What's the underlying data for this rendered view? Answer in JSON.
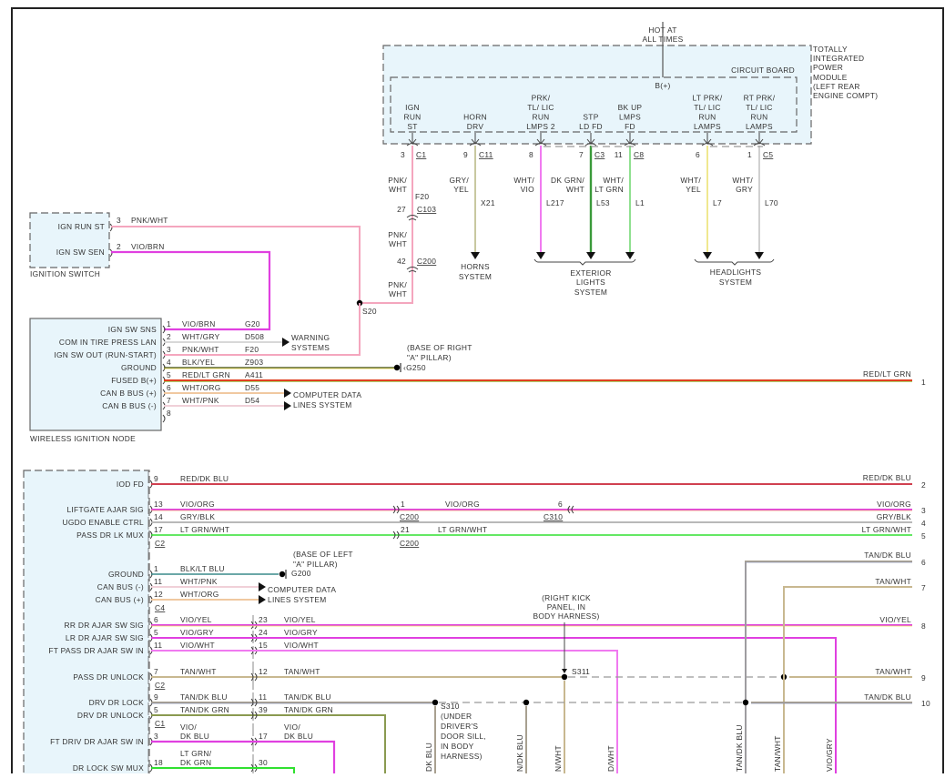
{
  "tipm": {
    "hot_label": [
      "HOT AT",
      "ALL TIMES"
    ],
    "title": [
      "TOTALLY",
      "INTEGRATED",
      "POWER",
      "MODULE",
      "(LEFT REAR",
      "ENGINE COMPT)"
    ],
    "circuit_board": "CIRCUIT BOARD",
    "bplus": "B(+)",
    "pins": [
      {
        "label": [
          "IGN",
          "RUN",
          "ST"
        ],
        "pin": "3",
        "connector": "C1",
        "color": [
          "PNK/",
          "WHT"
        ],
        "circuit": "F20"
      },
      {
        "label": [
          "HORN",
          "DRV"
        ],
        "pin": "9",
        "connector": "C11",
        "color": [
          "GRY/",
          "YEL"
        ],
        "circuit": "X21"
      },
      {
        "label": [
          "PRK/",
          "TL/ LIC",
          "RUN",
          "LMPS 2"
        ],
        "pin": "8",
        "connector": "",
        "color": [
          "WHT/",
          "VIO"
        ],
        "circuit": "L217"
      },
      {
        "label": [
          "STP",
          "LD FD"
        ],
        "pin": "7",
        "connector": "C3",
        "color": [
          "DK GRN/",
          "WHT"
        ],
        "circuit": "L53"
      },
      {
        "label": [
          "BK UP",
          "LMPS",
          "FD"
        ],
        "pin": "11",
        "connector": "C8",
        "color": [
          "WHT/",
          "LT GRN"
        ],
        "circuit": "L1"
      },
      {
        "label": [
          "LT PRK/",
          "TL/ LIC",
          "RUN",
          "LAMPS"
        ],
        "pin": "6",
        "connector": "",
        "color": [
          "WHT/",
          "YEL"
        ],
        "circuit": "L7"
      },
      {
        "label": [
          "RT PRK/",
          "TL/ LIC",
          "RUN",
          "LAMPS"
        ],
        "pin": "1",
        "connector": "C5",
        "color": [
          "WHT/",
          "GRY"
        ],
        "circuit": "L70"
      }
    ],
    "f20_path": {
      "c103_pin": "27",
      "c103": "C103",
      "c200_pin": "42",
      "c200": "C200",
      "color": [
        "PNK/",
        "WHT"
      ],
      "splice": "S20"
    },
    "destinations": {
      "horns": [
        "HORNS",
        "SYSTEM"
      ],
      "exterior": [
        "EXTERIOR",
        "LIGHTS",
        "SYSTEM"
      ],
      "headlights": [
        "HEADLIGHTS",
        "SYSTEM"
      ]
    }
  },
  "ignition_switch": {
    "title": "IGNITION SWITCH",
    "pins": [
      {
        "label": "IGN RUN ST",
        "pin": "3",
        "color": "PNK/WHT"
      },
      {
        "label": "IGN SW SEN",
        "pin": "2",
        "color": "VIO/BRN"
      }
    ]
  },
  "win": {
    "title": "WIRELESS IGNITION NODE",
    "pins": [
      {
        "label": "IGN SW SNS",
        "pin": "1",
        "color": "VIO/BRN",
        "circuit": "G20"
      },
      {
        "label": "COM IN TIRE PRESS LAN",
        "pin": "2",
        "color": "WHT/GRY",
        "circuit": "D508"
      },
      {
        "label": "IGN SW OUT (RUN-START)",
        "pin": "3",
        "color": "PNK/WHT",
        "circuit": "F20"
      },
      {
        "label": "GROUND",
        "pin": "4",
        "color": "BLK/YEL",
        "circuit": "Z903"
      },
      {
        "label": "FUSED B(+)",
        "pin": "5",
        "color": "RED/LT GRN",
        "circuit": "A411"
      },
      {
        "label": "CAN B BUS (+)",
        "pin": "6",
        "color": "WHT/ORG",
        "circuit": "D55"
      },
      {
        "label": "CAN B BUS (-)",
        "pin": "7",
        "color": "WHT/PNK",
        "circuit": "D54"
      },
      {
        "label": "",
        "pin": "8",
        "color": "",
        "circuit": ""
      }
    ],
    "warning": [
      "WARNING",
      "SYSTEMS"
    ],
    "computer_data": [
      "COMPUTER DATA",
      "LINES SYSTEM"
    ],
    "ground": {
      "location": [
        "(BASE OF RIGHT",
        "\"A\" PILLAR)"
      ],
      "id": "G250"
    },
    "offpage": {
      "color": "RED/LT GRN",
      "ref": "1"
    }
  },
  "bcm": {
    "pins_c2_top": [
      {
        "label": "IOD FD",
        "pin": "9",
        "color": "RED/DK BLU",
        "offpage_color": "RED/DK BLU",
        "ref": "2"
      },
      {
        "label": "LIFTGATE AJAR SIG",
        "pin": "13",
        "color": "VIO/ORG",
        "c200_pin": "1",
        "c200_color": "VIO/ORG",
        "c310_pin": "6",
        "offpage_color": "VIO/ORG",
        "ref": "3"
      },
      {
        "label": "UGDO ENABLE CTRL",
        "pin": "14",
        "color": "GRY/BLK",
        "offpage_color": "GRY/BLK",
        "ref": "4"
      },
      {
        "label": "PASS DR LK MUX",
        "pin": "17",
        "color": "LT GRN/WHT",
        "c200_pin": "21",
        "c200_color": "LT GRN/WHT",
        "offpage_color": "LT GRN/WHT",
        "ref": "5"
      }
    ],
    "connector_c2": "C2",
    "connector_c200": "C200",
    "connector_c310": "C310",
    "ground": {
      "label": "GROUND",
      "pin": "1",
      "color": "BLK/LT BLU",
      "location": [
        "(BASE OF LEFT",
        "\"A\" PILLAR)"
      ],
      "id": "G200"
    },
    "can": [
      {
        "label": "CAN BUS (-)",
        "pin": "11",
        "color": "WHT/PNK"
      },
      {
        "label": "CAN BUS (+)",
        "pin": "12",
        "color": "WHT/ORG"
      }
    ],
    "computer_data": [
      "COMPUTER DATA",
      "LINES SYSTEM"
    ],
    "connector_c4": "C4",
    "ajar": [
      {
        "label": "RR DR AJAR SW SIG",
        "pin": "6",
        "color": "VIO/YEL",
        "c200_pin": "23",
        "c200_color": "VIO/YEL",
        "offpage_color": "VIO/YEL",
        "ref": "8"
      },
      {
        "label": "LR DR AJAR SW SIG",
        "pin": "5",
        "color": "VIO/GRY",
        "c200_pin": "24",
        "c200_color": "VIO/GRY",
        "vert_color": "VIO/GRY"
      },
      {
        "label": "FT PASS DR AJAR SW IN",
        "pin": "11",
        "color": "VIO/WHT",
        "c200_pin": "15",
        "c200_color": "VIO/WHT",
        "vert_color": "VIO/WHT"
      }
    ],
    "pass_unlock": {
      "label": "PASS DR UNLOCK",
      "pin": "7",
      "color": "TAN/WHT",
      "c200_pin": "12",
      "c200_color": "TAN/WHT",
      "connector": "C2",
      "offpage_color": "TAN/WHT",
      "ref": "9"
    },
    "drv": [
      {
        "label": "DRV DR LOCK",
        "pin": "9",
        "color": "TAN/DK BLU",
        "c200_pin": "11",
        "c200_color": "TAN/DK BLU",
        "offpage_color": "TAN/DK BLU",
        "ref": "10"
      },
      {
        "label": "DRV DR UNLOCK",
        "pin": "5",
        "color": "TAN/DK GRN",
        "c200_pin": "39",
        "c200_color": "TAN/DK GRN"
      }
    ],
    "connector_c1": "C1",
    "ft_driv": {
      "label": "FT DRIV DR AJAR SW IN",
      "pin": "3",
      "color": [
        "VIO/",
        "DK BLU"
      ],
      "c200_pin": "17",
      "c200_color": [
        "VIO/",
        "DK BLU"
      ]
    },
    "dr_lock_mux": {
      "label": "DR LOCK SW MUX",
      "pin": "18",
      "color": [
        "LT GRN/",
        "DK GRN"
      ],
      "c200_pin": "30"
    },
    "s311": {
      "location": [
        "(RIGHT KICK",
        "PANEL, IN",
        "BODY HARNESS)"
      ],
      "id": "S311"
    },
    "s310": {
      "id": "S310",
      "location": [
        "(UNDER",
        "DRIVER'S",
        "DOOR SILL,",
        "IN BODY",
        "HARNESS)"
      ]
    },
    "right_refs": [
      {
        "color": "TAN/DK BLU",
        "ref": "6"
      },
      {
        "color": "TAN/WHT",
        "ref": "7"
      }
    ],
    "vertical_labels": [
      "DK BLU",
      "N/DK BLU",
      "N/WHT",
      "D/WHT",
      "TAN/DK BLU",
      "TAN/WHT",
      "VIO/GRY"
    ]
  },
  "colors": {
    "pnk_wht": "#f4a6be",
    "vio": "#e040e0",
    "gry_yel": "#c8c8a0",
    "wht_vio": "#f07af0",
    "dk_grn": "#3a9a3a",
    "lt_grn": "#90e090",
    "wht_yel": "#f0e890",
    "wht_gry": "#d0d0d0",
    "red_lt_grn": "#e04020",
    "red_dk_blu": "#d04050",
    "gry_blk": "#b8b8b8",
    "lt_grn_wht": "#30e030",
    "tan": "#c8b890",
    "tan_dk_blu": "#a8a090",
    "tan_dk_grn": "#8a9a50",
    "blk_ltblu": "#3a8a8a",
    "wht_pnk": "#f0d0d8",
    "wht_org": "#f0c8a0",
    "blk_yel": "#556030"
  }
}
